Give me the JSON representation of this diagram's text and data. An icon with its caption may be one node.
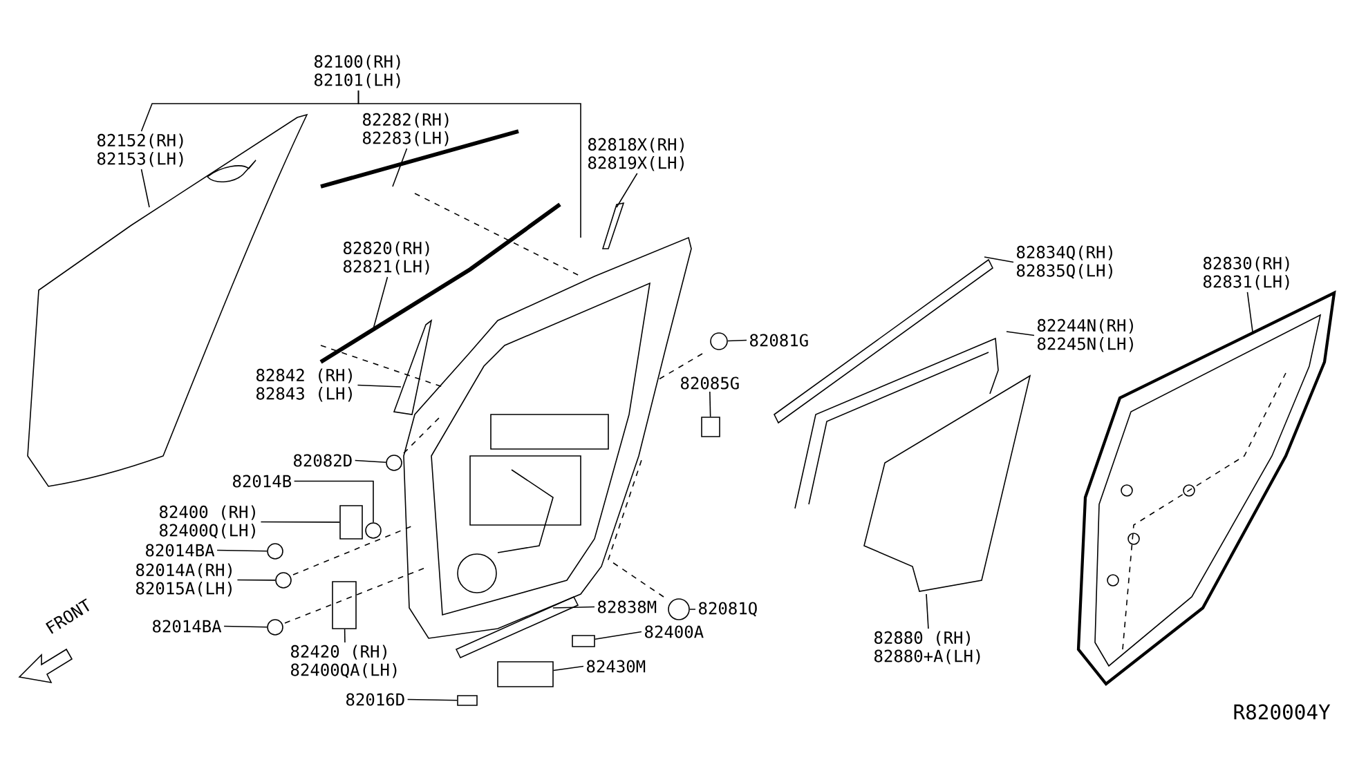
{
  "diagram": {
    "nodes": [
      {
        "text": [
          "82100(RH)",
          "82101(LH)"
        ]
      },
      {
        "text": [
          "82152(RH)",
          "82153(LH)"
        ]
      },
      {
        "text": [
          "82282(RH)",
          "82283(LH)"
        ]
      },
      {
        "text": [
          "82820(RH)",
          "82821(LH)"
        ]
      },
      {
        "text": [
          "82818X(RH)",
          "82819X(LH)"
        ]
      },
      {
        "text": [
          "82842 (RH)",
          "82843 (LH)"
        ]
      },
      {
        "text": [
          "82082D"
        ]
      },
      {
        "text": [
          "82014B"
        ]
      },
      {
        "text": [
          "82400 (RH)",
          "82400Q(LH)"
        ]
      },
      {
        "text": [
          "82014BA"
        ]
      },
      {
        "text": [
          "82014A(RH)",
          "82015A(LH)"
        ]
      },
      {
        "text": [
          "82014BA"
        ]
      },
      {
        "text": [
          "82420 (RH)",
          "82400QA(LH)"
        ]
      },
      {
        "text": [
          "82016D"
        ]
      },
      {
        "text": [
          "82430M"
        ]
      },
      {
        "text": [
          "82400A"
        ]
      },
      {
        "text": [
          "82838M"
        ]
      },
      {
        "text": [
          "82081Q"
        ]
      },
      {
        "text": [
          "82880 (RH)",
          "82880+A(LH)"
        ]
      },
      {
        "text": [
          "82085G"
        ]
      },
      {
        "text": [
          "82081G"
        ]
      },
      {
        "text": [
          "82834Q(RH)",
          "82835Q(LH)"
        ]
      },
      {
        "text": [
          "82244N(RH)",
          "82245N(LH)"
        ]
      },
      {
        "text": [
          "82830(RH)",
          "82831(LH)"
        ]
      },
      {
        "text": [],
        "shape": "circle"
      },
      {
        "text": [],
        "shape": "circle"
      },
      {
        "text": [],
        "shape": "box"
      },
      {
        "text": [],
        "shape": "circle"
      },
      {
        "text": [],
        "shape": "circle"
      },
      {
        "text": [],
        "shape": "circle"
      },
      {
        "text": [],
        "shape": "box"
      },
      {
        "text": [],
        "shape": "box"
      },
      {
        "text": [],
        "shape": "box"
      },
      {
        "text": [],
        "shape": "box"
      },
      {
        "text": [],
        "shape": "circle"
      },
      {
        "text": [],
        "shape": "box"
      },
      {
        "text": [],
        "shape": "circle"
      }
    ],
    "edges": [
      {
        "from": 0,
        "to": 1,
        "arrow": "none"
      },
      {
        "from": 0,
        "to": null,
        "arrow": "none"
      },
      {
        "from": 1,
        "to": null,
        "arrow": "none"
      },
      {
        "from": 2,
        "to": null,
        "arrow": "none"
      },
      {
        "from": 3,
        "to": null,
        "arrow": "none"
      },
      {
        "from": 4,
        "to": null,
        "arrow": "none"
      },
      {
        "from": 5,
        "to": null,
        "arrow": "none"
      },
      {
        "from": 6,
        "to": 24,
        "arrow": "none"
      },
      {
        "from": 7,
        "to": 25,
        "arrow": "none"
      },
      {
        "from": 8,
        "to": 26,
        "arrow": "none"
      },
      {
        "from": 9,
        "to": 27,
        "arrow": "none"
      },
      {
        "from": 10,
        "to": 28,
        "arrow": "none"
      },
      {
        "from": 11,
        "to": 29,
        "arrow": "none"
      },
      {
        "from": 12,
        "to": 30,
        "arrow": "none"
      },
      {
        "from": 13,
        "to": 31,
        "arrow": "none"
      },
      {
        "from": 14,
        "to": 32,
        "arrow": "none"
      },
      {
        "from": 15,
        "to": 33,
        "arrow": "none"
      },
      {
        "from": 16,
        "to": null,
        "arrow": "none"
      },
      {
        "from": 17,
        "to": 34,
        "arrow": "none"
      },
      {
        "from": 18,
        "to": null,
        "arrow": "none"
      },
      {
        "from": 19,
        "to": 35,
        "arrow": "none"
      },
      {
        "from": 20,
        "to": 36,
        "arrow": "none"
      },
      {
        "from": 21,
        "to": null,
        "arrow": "none"
      },
      {
        "from": 22,
        "to": null,
        "arrow": "none"
      },
      {
        "from": 23,
        "to": null,
        "arrow": "none"
      }
    ],
    "labels": [
      "FRONT",
      "R820004Y"
    ]
  }
}
